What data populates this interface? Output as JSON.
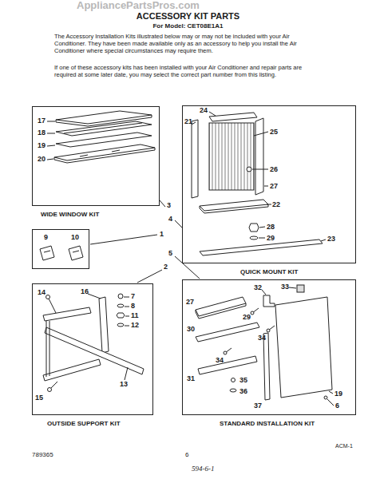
{
  "diagram": {
    "title": "ACCESSORY KIT PARTS",
    "nodes": [
      {
        "text": [
          "WIDE WINDOW KIT"
        ]
      },
      {
        "text": [
          "QUICK MOUNT KIT"
        ]
      },
      {
        "text": [
          "9",
          "10"
        ]
      },
      {
        "text": [
          "OUTSIDE SUPPORT KIT"
        ]
      },
      {
        "text": [
          "STANDARD INSTALLATION KIT"
        ]
      }
    ],
    "labels": [
      "AppliancePartsPros.com",
      "For Model: CET08E1A1",
      "The Accessory Installation Kits illustrated below may or may not be included with your Air Conditioner. They have been made available only as an accessory to help you install the Air Conditioner where special circumstances may require them.",
      "If one of these accessory kits has been installed with your Air Conditioner and repair parts are required at some later date, you may select the correct part number from this listing.",
      "17",
      "18",
      "19",
      "20",
      "24",
      "21",
      "25",
      "26",
      "27",
      "22",
      "28",
      "29",
      "23",
      "3",
      "4",
      "1",
      "5",
      "2",
      "14",
      "16",
      "7",
      "8",
      "11",
      "12",
      "15",
      "13",
      "32",
      "33",
      "27",
      "29",
      "34",
      "30",
      "34",
      "31",
      "35",
      "36",
      "37",
      "19",
      "6",
      "789365",
      "6",
      "594-6-1",
      "ACM-1"
    ]
  }
}
